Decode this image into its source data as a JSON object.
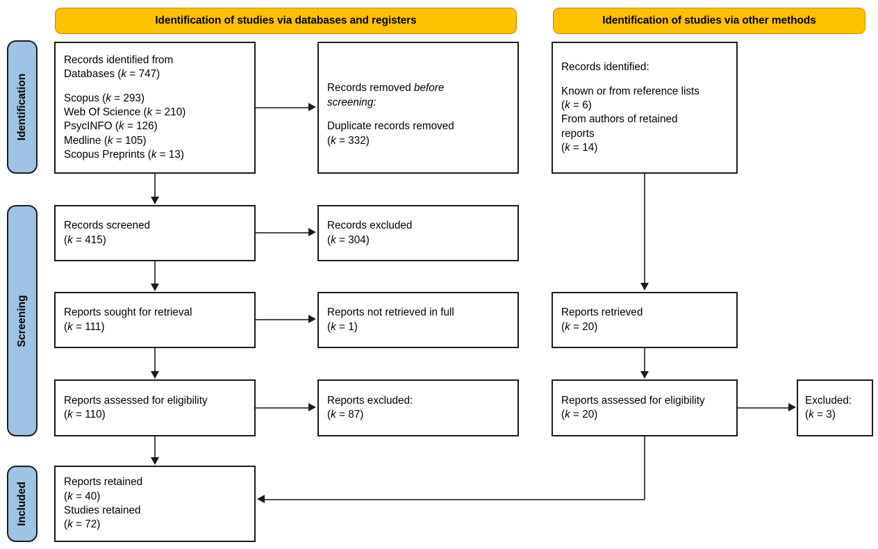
{
  "diagram": {
    "type": "prisma-flow-diagram",
    "colors": {
      "banner_fill": "#FFC000",
      "stage_pill_fill": "#9DC3E6",
      "box_border": "#1a1a1a",
      "connector": "#4a4a4a",
      "background": "#FFFFFF"
    }
  },
  "banners": {
    "databases": "Identification of studies via databases and registers",
    "other_methods": "Identification of studies via other methods"
  },
  "stages": {
    "identification": "Identification",
    "screening": "Screening",
    "included": "Included"
  },
  "boxes": {
    "records_identified": {
      "name": "records-identified-from-databases",
      "lines": [
        "Records identified from",
        "Databases (k = 747)",
        "",
        "Scopus (k = 293)",
        "Web Of Science (k = 210)",
        "PsycINFO (k = 126)",
        "Medline (k = 105)",
        "Scopus Preprints (k = 13)"
      ]
    },
    "records_removed": {
      "name": "records-removed-before-screening",
      "lines": [
        "Records removed before",
        "screening:",
        "",
        "Duplicate records removed",
        "(k = 332)"
      ]
    },
    "records_screened": {
      "name": "records-screened",
      "lines": [
        "Records screened",
        "(k = 415)"
      ]
    },
    "records_excluded": {
      "name": "records-excluded",
      "lines": [
        "Records excluded",
        "(k = 304)"
      ]
    },
    "reports_sought": {
      "name": "reports-sought-for-retrieval",
      "lines": [
        "Reports sought for retrieval",
        "(k = 111)"
      ]
    },
    "reports_not_retrieved": {
      "name": "reports-not-retrieved-in-full",
      "lines": [
        "Reports not retrieved in full",
        "(k = 1)"
      ]
    },
    "reports_assessed": {
      "name": "reports-assessed-for-eligibility",
      "lines": [
        "Reports assessed for eligibility",
        "(k = 110)"
      ]
    },
    "reports_excluded": {
      "name": "reports-excluded",
      "lines": [
        "Reports excluded:",
        "(k = 87)"
      ]
    },
    "reports_retained": {
      "name": "reports-retained-studies-retained",
      "lines": [
        "Reports retained",
        "(k = 40)",
        "Studies retained",
        "(k = 72)"
      ]
    },
    "other_identified": {
      "name": "records-identified-other-methods",
      "lines": [
        "Records identified:",
        "",
        "Known or from reference lists",
        "(k = 6)",
        "From authors of retained",
        "reports",
        "(k = 14)"
      ]
    },
    "other_retrieved": {
      "name": "reports-retrieved-other-methods",
      "lines": [
        "Reports retrieved",
        "(k = 20)"
      ]
    },
    "other_assessed": {
      "name": "reports-assessed-for-eligibility-other",
      "lines": [
        "Reports assessed for eligibility",
        "(k = 20)"
      ]
    },
    "other_excluded": {
      "name": "excluded-other-methods",
      "lines": [
        "Excluded:",
        "(k = 3)"
      ]
    }
  },
  "counts": {
    "databases_total": 747,
    "scopus": 293,
    "web_of_science": 210,
    "psycinfo": 126,
    "medline": 105,
    "scopus_preprints": 13,
    "duplicates_removed": 332,
    "records_screened": 415,
    "records_excluded": 304,
    "reports_sought": 111,
    "reports_not_retrieved": 1,
    "reports_assessed": 110,
    "reports_excluded": 87,
    "reports_retained": 40,
    "studies_retained": 72,
    "other_known_reference_lists": 6,
    "other_from_authors": 14,
    "other_retrieved": 20,
    "other_assessed": 20,
    "other_excluded": 3
  }
}
